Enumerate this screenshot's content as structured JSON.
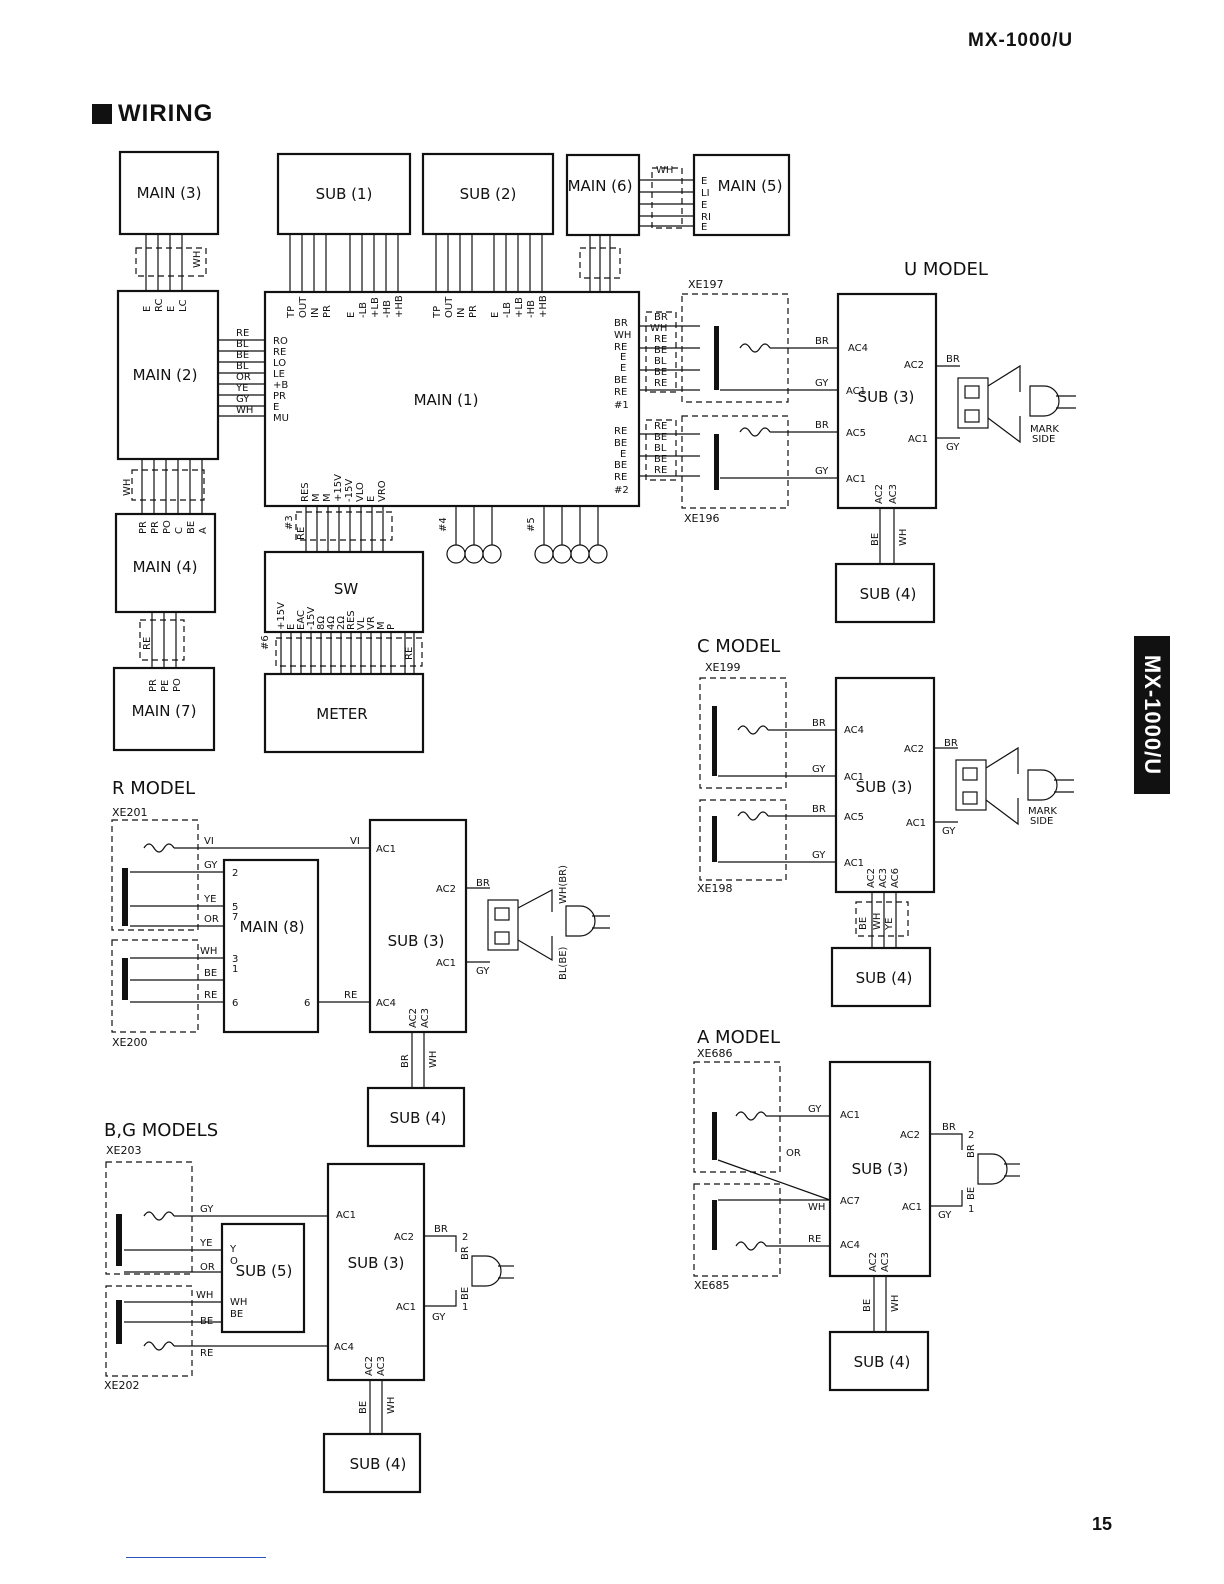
{
  "header": {
    "model": "MX-1000/U",
    "page_number": "15",
    "side_tab": "MX-1000/U"
  },
  "section": {
    "title": "WIRING"
  },
  "boards": {
    "main3": "MAIN (3)",
    "sub1": "SUB (1)",
    "sub2": "SUB (2)",
    "main6": "MAIN (6)",
    "main5": "MAIN (5)",
    "main2": "MAIN (2)",
    "main1": "MAIN (1)",
    "main4": "MAIN (4)",
    "main7": "MAIN (7)",
    "sw": "SW",
    "meter": "METER",
    "main8": "MAIN (8)",
    "sub5": "SUB (5)",
    "sub3": "SUB (3)",
    "sub4": "SUB (4)"
  },
  "models": {
    "u": {
      "title": "U MODEL",
      "transformers": [
        "XE197",
        "XE196"
      ]
    },
    "c": {
      "title": "C MODEL",
      "transformers": [
        "XE199",
        "XE198"
      ]
    },
    "r": {
      "title": "R MODEL",
      "transformers": [
        "XE201",
        "XE200"
      ]
    },
    "a": {
      "title": "A MODEL",
      "transformers": [
        "XE686",
        "XE685"
      ]
    },
    "bg": {
      "title": "B,G MODELS",
      "transformers": [
        "XE203",
        "XE202"
      ]
    }
  },
  "labels": {
    "mark_side": [
      "MARK",
      "SIDE"
    ],
    "main2_wires": [
      "RE",
      "BL",
      "BE",
      "BL",
      "OR",
      "YE",
      "GY",
      "WH"
    ],
    "main1_left_pins": [
      "RO",
      "RE",
      "LO",
      "LE",
      "+B",
      "PR",
      "E",
      "MU"
    ],
    "main1_top_pins_a": [
      "TP",
      "OUT",
      "IN",
      "PR",
      "E",
      "-LB",
      "+LB",
      "-HB",
      "+HB"
    ],
    "main1_top_pins_b": [
      "TP",
      "OUT",
      "IN",
      "PR",
      "E",
      "-LB",
      "+LB",
      "-HB",
      "+HB"
    ],
    "main1_right_pins_1": [
      "BR",
      "WH",
      "RE",
      "E",
      "E",
      "BE",
      "RE",
      "#1"
    ],
    "main1_right_pins_2": [
      "RE",
      "BE",
      "E",
      "BE",
      "RE",
      "#2"
    ],
    "main1_bottom_pins": [
      "RES",
      "M",
      "M",
      "+15V",
      "-15V",
      "VLO",
      "E",
      "VRO"
    ],
    "sw_pins": [
      "+15V",
      "E",
      "EAC",
      "-15V",
      "8Ω",
      "4Ω",
      "2Ω",
      "RES",
      "VL",
      "VR",
      "M",
      "P"
    ],
    "main5_pins": [
      "E",
      "LI",
      "E",
      "RI",
      "E"
    ],
    "main3_pins": [
      "E",
      "RC",
      "E",
      "LC"
    ],
    "main4_pins": [
      "PR",
      "PR",
      "PO",
      "C",
      "BE",
      "A"
    ],
    "main7_pins": [
      "PR",
      "PE",
      "PO"
    ],
    "harness": [
      "#3",
      "#4",
      "#5",
      "#6"
    ],
    "ac": [
      "AC1",
      "AC2",
      "AC3",
      "AC4",
      "AC5",
      "AC6",
      "AC7"
    ],
    "colors": [
      "BR",
      "GY",
      "WH",
      "BE",
      "RE",
      "YE",
      "OR",
      "VI"
    ],
    "r_plug": [
      "WH(BR)",
      "BL(BE)"
    ],
    "main8_pins": [
      "2",
      "5",
      "7",
      "3",
      "1",
      "6"
    ],
    "sub5_pins": [
      "Y",
      "O",
      "WH",
      "BE"
    ],
    "plug_pins": [
      "2",
      "1"
    ],
    "xe197_wires": [
      "BR",
      "WH",
      "RE",
      "BE",
      "BL",
      "BE",
      "RE"
    ],
    "xe196_wires": [
      "RE",
      "BE",
      "BL",
      "BE",
      "RE"
    ],
    "main6_wire": "WH"
  }
}
